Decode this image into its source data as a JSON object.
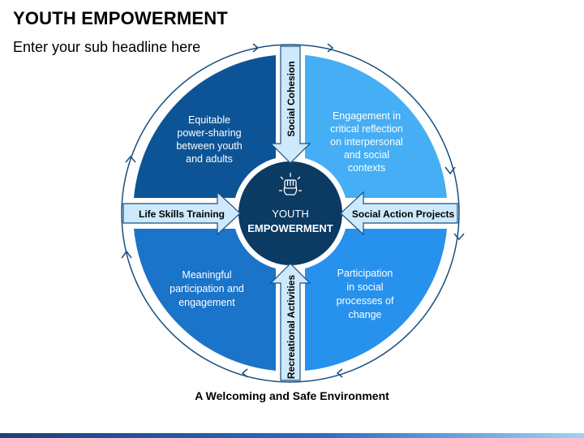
{
  "header": {
    "title": "YOUTH EMPOWERMENT",
    "subtitle": "Enter your sub headline here"
  },
  "center": {
    "icon": "raised-fist-icon",
    "line1": "YOUTH",
    "line2": "EMPOWERMENT"
  },
  "quadrants": {
    "top_left": [
      "Equitable",
      "power-sharing",
      "between youth",
      "and adults"
    ],
    "top_right": [
      "Engagement in",
      "critical reflection",
      "on interpersonal",
      "and social",
      "contexts"
    ],
    "bottom_left": [
      "Meaningful",
      "participation and",
      "engagement"
    ],
    "bottom_right": [
      "Participation",
      "in social",
      "processes of",
      "change"
    ]
  },
  "arrows": {
    "top": "Social Cohesion",
    "bottom": "Recreational Activities",
    "left": "Life Skills Training",
    "right": "Social Action Projects"
  },
  "footer": {
    "caption": "A Welcoming and Safe Environment"
  },
  "colors": {
    "top_left": "#0d5496",
    "top_right": "#45aef4",
    "bottom_left": "#1a74c9",
    "bottom_right": "#2791ee",
    "center": "#0b3a63",
    "arrow_fill": "#cde9fb",
    "arrow_stroke": "#1a4f7e"
  }
}
